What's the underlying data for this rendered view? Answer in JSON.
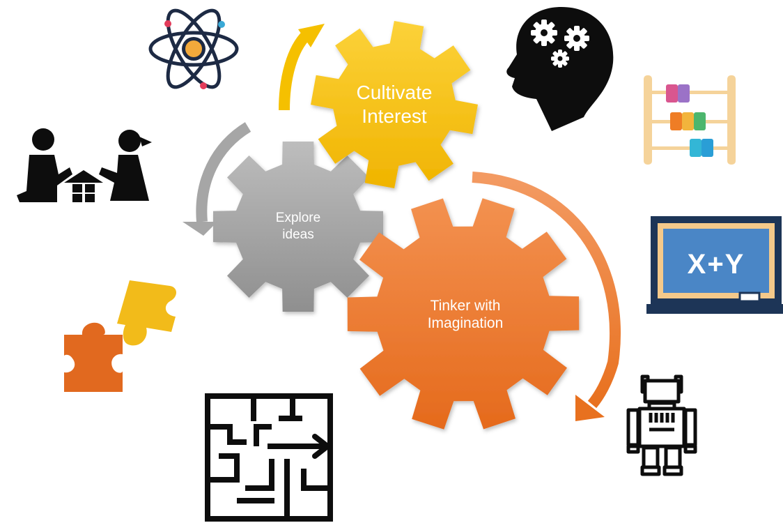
{
  "gears": {
    "cultivate": {
      "line1": "Cultivate",
      "line2": "Interest",
      "color": "#f5b800",
      "highlight": "#fcd23a"
    },
    "explore": {
      "line1": "Explore",
      "line2": "ideas",
      "color": "#a3a3a3",
      "highlight": "#bcbcbc"
    },
    "tinker": {
      "line1": "Tinker with",
      "line2": "Imagination",
      "color": "#ee7a2c",
      "highlight": "#f29455"
    }
  },
  "arrows": {
    "yellow": "#f5c000",
    "gray": "#a6a6a6",
    "orange": "#ee7a2c"
  },
  "icons": [
    "atom-icon",
    "brain-gears-icon",
    "abacus-icon",
    "children-playing-blocks-icon",
    "chalkboard-icon",
    "puzzle-pieces-icon",
    "maze-icon",
    "robot-icon"
  ],
  "chalkboard": {
    "text": "X+Y",
    "board_color": "#4a86c6",
    "frame_color": "#1d3557"
  }
}
